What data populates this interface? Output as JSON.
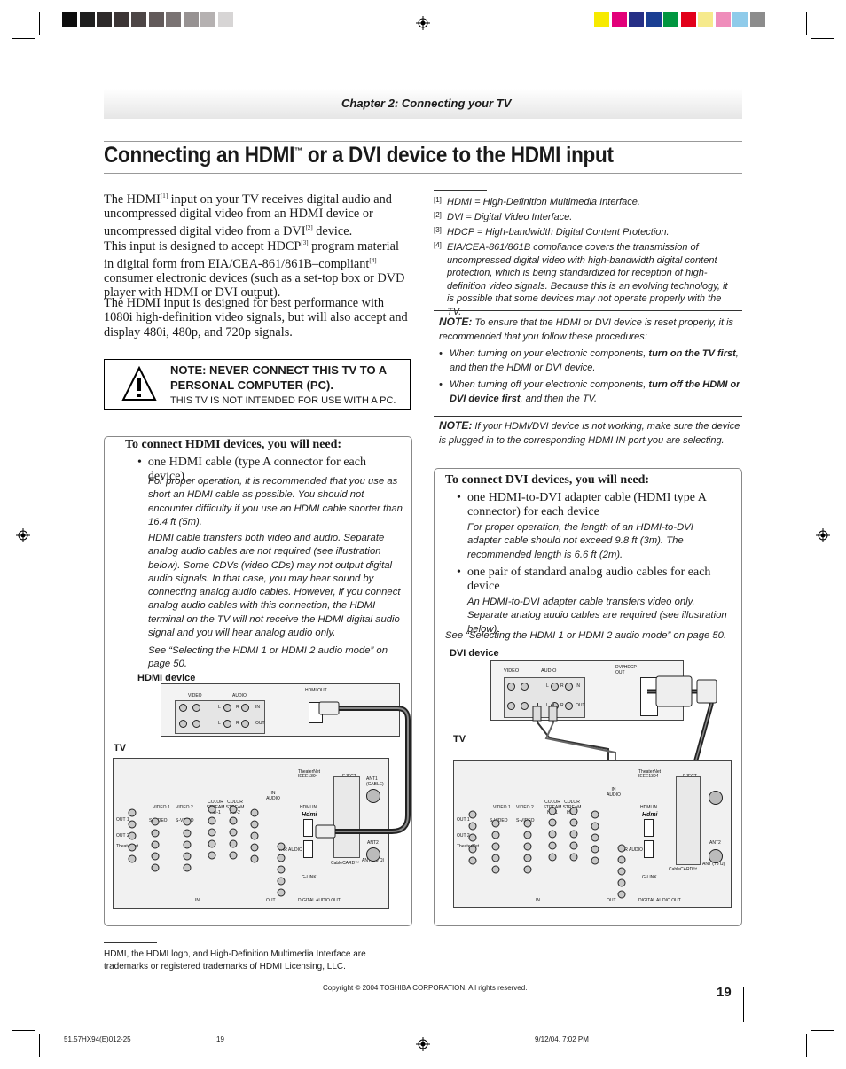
{
  "header": {
    "chapter": "Chapter 2: Connecting your TV"
  },
  "title": {
    "main": "Connecting an HDMI",
    "tm": "™",
    "rest": " or a DVI device to the HDMI input"
  },
  "intro": {
    "p1_a": "The HDMI",
    "p1_ref1": "[1]",
    "p1_b": " input on your TV receives digital audio and uncompressed digital video from an HDMI device or uncompressed digital video from a DVI",
    "p1_ref2": "[2]",
    "p1_c": " device.",
    "p2_a": "This input is designed to accept HDCP",
    "p2_ref3": "[3]",
    "p2_b": " program material in digital form from EIA/CEA-861/861B–compliant",
    "p2_ref4": "[4]",
    "p2_c": " consumer electronic devices (such as a set-top box or DVD player with HDMI or DVI output).",
    "p3": "The HDMI input is designed for best performance with 1080i high-definition video signals, but will also accept and display 480i, 480p, and 720p signals."
  },
  "warning": {
    "heading": "NOTE: NEVER CONNECT THIS TV TO A PERSONAL COMPUTER (PC).",
    "sub": "THIS TV IS NOT INTENDED FOR USE WITH A PC."
  },
  "footnotes": [
    {
      "num": "[1]",
      "text": "HDMI = High-Definition Multimedia Interface."
    },
    {
      "num": "[2]",
      "text": "DVI = Digital Video Interface."
    },
    {
      "num": "[3]",
      "text": "HDCP = High-bandwidth Digital Content Protection."
    },
    {
      "num": "[4]",
      "text": "EIA/CEA-861/861B compliance covers the transmission of uncompressed digital video with high-bandwidth digital content protection, which is being standardized for reception of high-definition video signals. Because this is an evolving technology, it is possible that some devices may not operate properly with the TV."
    }
  ],
  "note1": {
    "label": "NOTE:",
    "intro": " To ensure that the HDMI or DVI device is reset properly, it is recommended that you follow these procedures:",
    "b1_a": "When turning on your electronic components, ",
    "b1_bold": "turn on the TV first",
    "b1_c": ", and then the HDMI or DVI device.",
    "b2_a": "When turning off your electronic components, ",
    "b2_bold": "turn off the HDMI or DVI device first",
    "b2_c": ", and then the TV."
  },
  "note2": {
    "label": "NOTE:",
    "text": " If your HDMI/DVI device is not working, make sure the device is plugged in to the corresponding HDMI IN port you are selecting."
  },
  "hdmi_section": {
    "heading": "To connect HDMI devices, you will need:",
    "bullet": "one HDMI cable (type A connector for each device)",
    "para1": "For proper operation, it is recommended that you use as short an HDMI cable as possible. You should not encounter difficulty if you use an HDMI cable shorter than 16.4 ft (5m).",
    "para2": "HDMI cable transfers both video and audio. Separate analog audio cables are not required (see illustration below). Some CDVs (video CDs) may not output digital audio signals. In that case, you may hear sound by connecting analog audio cables. However, if you connect analog audio cables with this connection, the HDMI terminal on the TV will not receive the HDMI digital audio signal and you will hear analog audio only.",
    "para3": "See “Selecting the HDMI 1 or HDMI 2 audio mode” on page 50.",
    "device_label": "HDMI device",
    "tv_label": "TV"
  },
  "dvi_section": {
    "heading": "To connect DVI devices, you will need:",
    "bullet1": "one HDMI-to-DVI adapter cable (HDMI type A connector) for each device",
    "para1": "For proper operation, the length of an HDMI-to-DVI adapter cable should not exceed 9.8 ft (3m). The recommended length is 6.6 ft (2m).",
    "bullet2": "one pair of standard analog audio cables for each device",
    "para2": "An HDMI-to-DVI adapter cable transfers video only. Separate analog audio cables are required (see illustration below).",
    "para3": "See “Selecting the HDMI 1 or HDMI 2 audio mode” on page 50.",
    "device_label": "DVI device",
    "tv_label": "TV"
  },
  "diagram_labels": {
    "video": "VIDEO",
    "audio": "AUDIO",
    "hdmi_out": "HDMI OUT",
    "in": "IN",
    "out": "OUT",
    "l": "L",
    "r": "R",
    "dvi_hdcp_out": "DVI/HDCP OUT",
    "theaternet": "TheaterNet",
    "ieee": "IEEE1394",
    "eject": "EJECT",
    "ant1": "ANT1 (CABLE)",
    "ant2": "ANT2",
    "video1": "VIDEO 1",
    "video2": "VIDEO 2",
    "cs1": "COLOR STREAM HD-1",
    "cs2": "COLOR STREAM HD-2",
    "in_audio": "IN AUDIO",
    "hdmi_in": "HDMI IN",
    "var_audio": "VAR AUDIO",
    "glink": "G-LINK",
    "digital_audio_out": "DIGITAL AUDIO OUT",
    "cablecard": "CableCARD™",
    "ant75": "ANT (75 Ω)",
    "out1": "OUT 1",
    "out2": "OUT 2",
    "svideo": "S-VIDEO",
    "hdmi_logo": "Hdmi"
  },
  "trademark": "HDMI, the HDMI logo, and High-Definition Multimedia Interface are trademarks or registered trademarks of HDMI Licensing, LLC.",
  "copyright": "Copyright © 2004 TOSHIBA CORPORATION. All rights reserved.",
  "page_number": "19",
  "footer": {
    "file": "51,57HX94(E)012-25",
    "page": "19",
    "date": "9/12/04, 7:02 PM"
  },
  "colors": {
    "gray_swatches": [
      "#0d0d0d",
      "#1e1e1e",
      "#2e2a2a",
      "#3c3535",
      "#4d4646",
      "#625a5a",
      "#7a7373",
      "#979292",
      "#b5b1b1",
      "#d7d5d5"
    ],
    "color_swatches": [
      "#f7ea00",
      "#e2007a",
      "#262f86",
      "#1b3f93",
      "#009640",
      "#e2001a",
      "#f6ea8c",
      "#ef8dbb",
      "#8fcbea",
      "#8c8c8c"
    ]
  }
}
